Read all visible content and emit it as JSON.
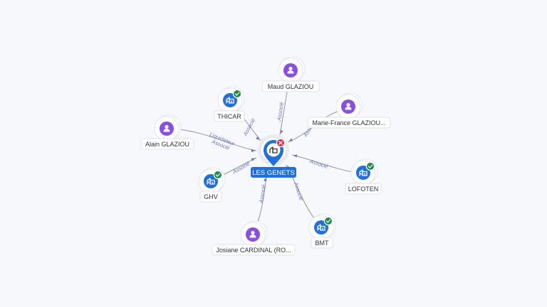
{
  "center": {
    "label": "LES GENETS",
    "status": "radiated"
  },
  "nodes": [
    {
      "id": "maud",
      "label": "Maud GLAZIOU",
      "type": "person"
    },
    {
      "id": "thicar",
      "label": "THICAR",
      "type": "company",
      "status": "active"
    },
    {
      "id": "mariefrance",
      "label": "Marie-France GLAZIOU...",
      "type": "person"
    },
    {
      "id": "alain",
      "label": "Alain GLAZIOU",
      "type": "person"
    },
    {
      "id": "lofoten",
      "label": "LOFOTEN",
      "type": "company",
      "status": "active"
    },
    {
      "id": "ghv",
      "label": "GHV",
      "type": "company",
      "status": "active"
    },
    {
      "id": "josiane",
      "label": "Josiane CARDINAL (RO...",
      "type": "person"
    },
    {
      "id": "bmt",
      "label": "BMT",
      "type": "company",
      "status": "active"
    }
  ],
  "edges": [
    {
      "to": "maud",
      "labels": [
        "Associé"
      ]
    },
    {
      "to": "thicar",
      "labels": [
        "Associé"
      ]
    },
    {
      "to": "mariefrance",
      "labels": [
        "Associé"
      ]
    },
    {
      "to": "alain",
      "labels": [
        "Liquidateur",
        "Associé"
      ]
    },
    {
      "to": "lofoten",
      "labels": [
        "Associé"
      ]
    },
    {
      "to": "ghv",
      "labels": [
        "Associé"
      ]
    },
    {
      "to": "josiane",
      "labels": [
        "Associé"
      ]
    },
    {
      "to": "bmt",
      "labels": [
        "Associé"
      ]
    }
  ],
  "colors": {
    "person": "#8a4de8",
    "company": "#1f6fde",
    "active_badge": "#1a8e4a",
    "radiated_badge": "#e0284a",
    "edge_label": "#6b72c7"
  },
  "icons": {
    "person": "person-icon",
    "company": "building-icon",
    "active": "check-badge-icon",
    "radiated": "x-badge-icon"
  }
}
